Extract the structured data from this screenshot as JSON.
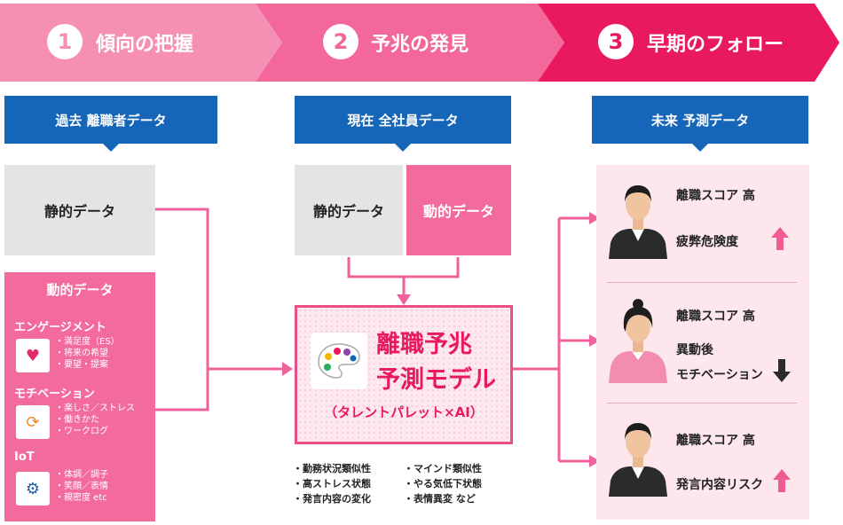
{
  "steps": [
    {
      "num": "1",
      "label": "傾向の把握",
      "color": "#f590b4"
    },
    {
      "num": "2",
      "label": "予兆の発見",
      "color": "#f4679b"
    },
    {
      "num": "3",
      "label": "早期のフォロー",
      "color": "#e8195f"
    }
  ],
  "headers": {
    "past": "過去  離職者データ",
    "present": "現在  全社員データ",
    "future": "未来  予測データ"
  },
  "past": {
    "static_label": "静的データ",
    "dynamic": {
      "title": "動的データ",
      "categories": [
        {
          "title": "エンゲージメント",
          "icon": "heart-icon",
          "items": [
            "・満足度（ES）",
            "・将来の希望",
            "・要望・提案"
          ]
        },
        {
          "title": "モチベーション",
          "icon": "people-cycle-icon",
          "items": [
            "・楽しさ／ストレス",
            "・働きかた",
            "・ワークログ"
          ]
        },
        {
          "title": "IoT",
          "icon": "satellite-icon",
          "items": [
            "・体調／調子",
            "・笑顔／表情",
            "・親密度 etc"
          ]
        }
      ]
    }
  },
  "present": {
    "static_label": "静的データ",
    "dynamic_label": "動的データ"
  },
  "model": {
    "line1": "離職予兆",
    "line2": "予測モデル",
    "sub": "（タレントパレット×AI）",
    "icon": "palette-icon"
  },
  "factors": {
    "left": [
      "・勤務状況類似性",
      "・高ストレス状態",
      "・発言内容の変化"
    ],
    "right": [
      "・マインド類似性",
      "・やる気低下状態",
      "・表情異変  など"
    ]
  },
  "predictions": [
    {
      "score": "離職スコア  高",
      "detail_lines": [
        "疲弊危険度"
      ],
      "arrow": "up",
      "avatar": "man-icon"
    },
    {
      "score": "離職スコア  高",
      "detail_lines": [
        "異動後",
        "モチベーション"
      ],
      "arrow": "down",
      "avatar": "woman-icon"
    },
    {
      "score": "離職スコア  高",
      "detail_lines": [
        "発言内容リスク"
      ],
      "arrow": "up",
      "avatar": "man-icon"
    }
  ],
  "colors": {
    "pink": "#f26b9c",
    "deep_pink": "#e8195f",
    "blue": "#1565b8",
    "gray": "#e4e4e4",
    "light_pink": "#fde7ec",
    "line": "#f0609a"
  }
}
